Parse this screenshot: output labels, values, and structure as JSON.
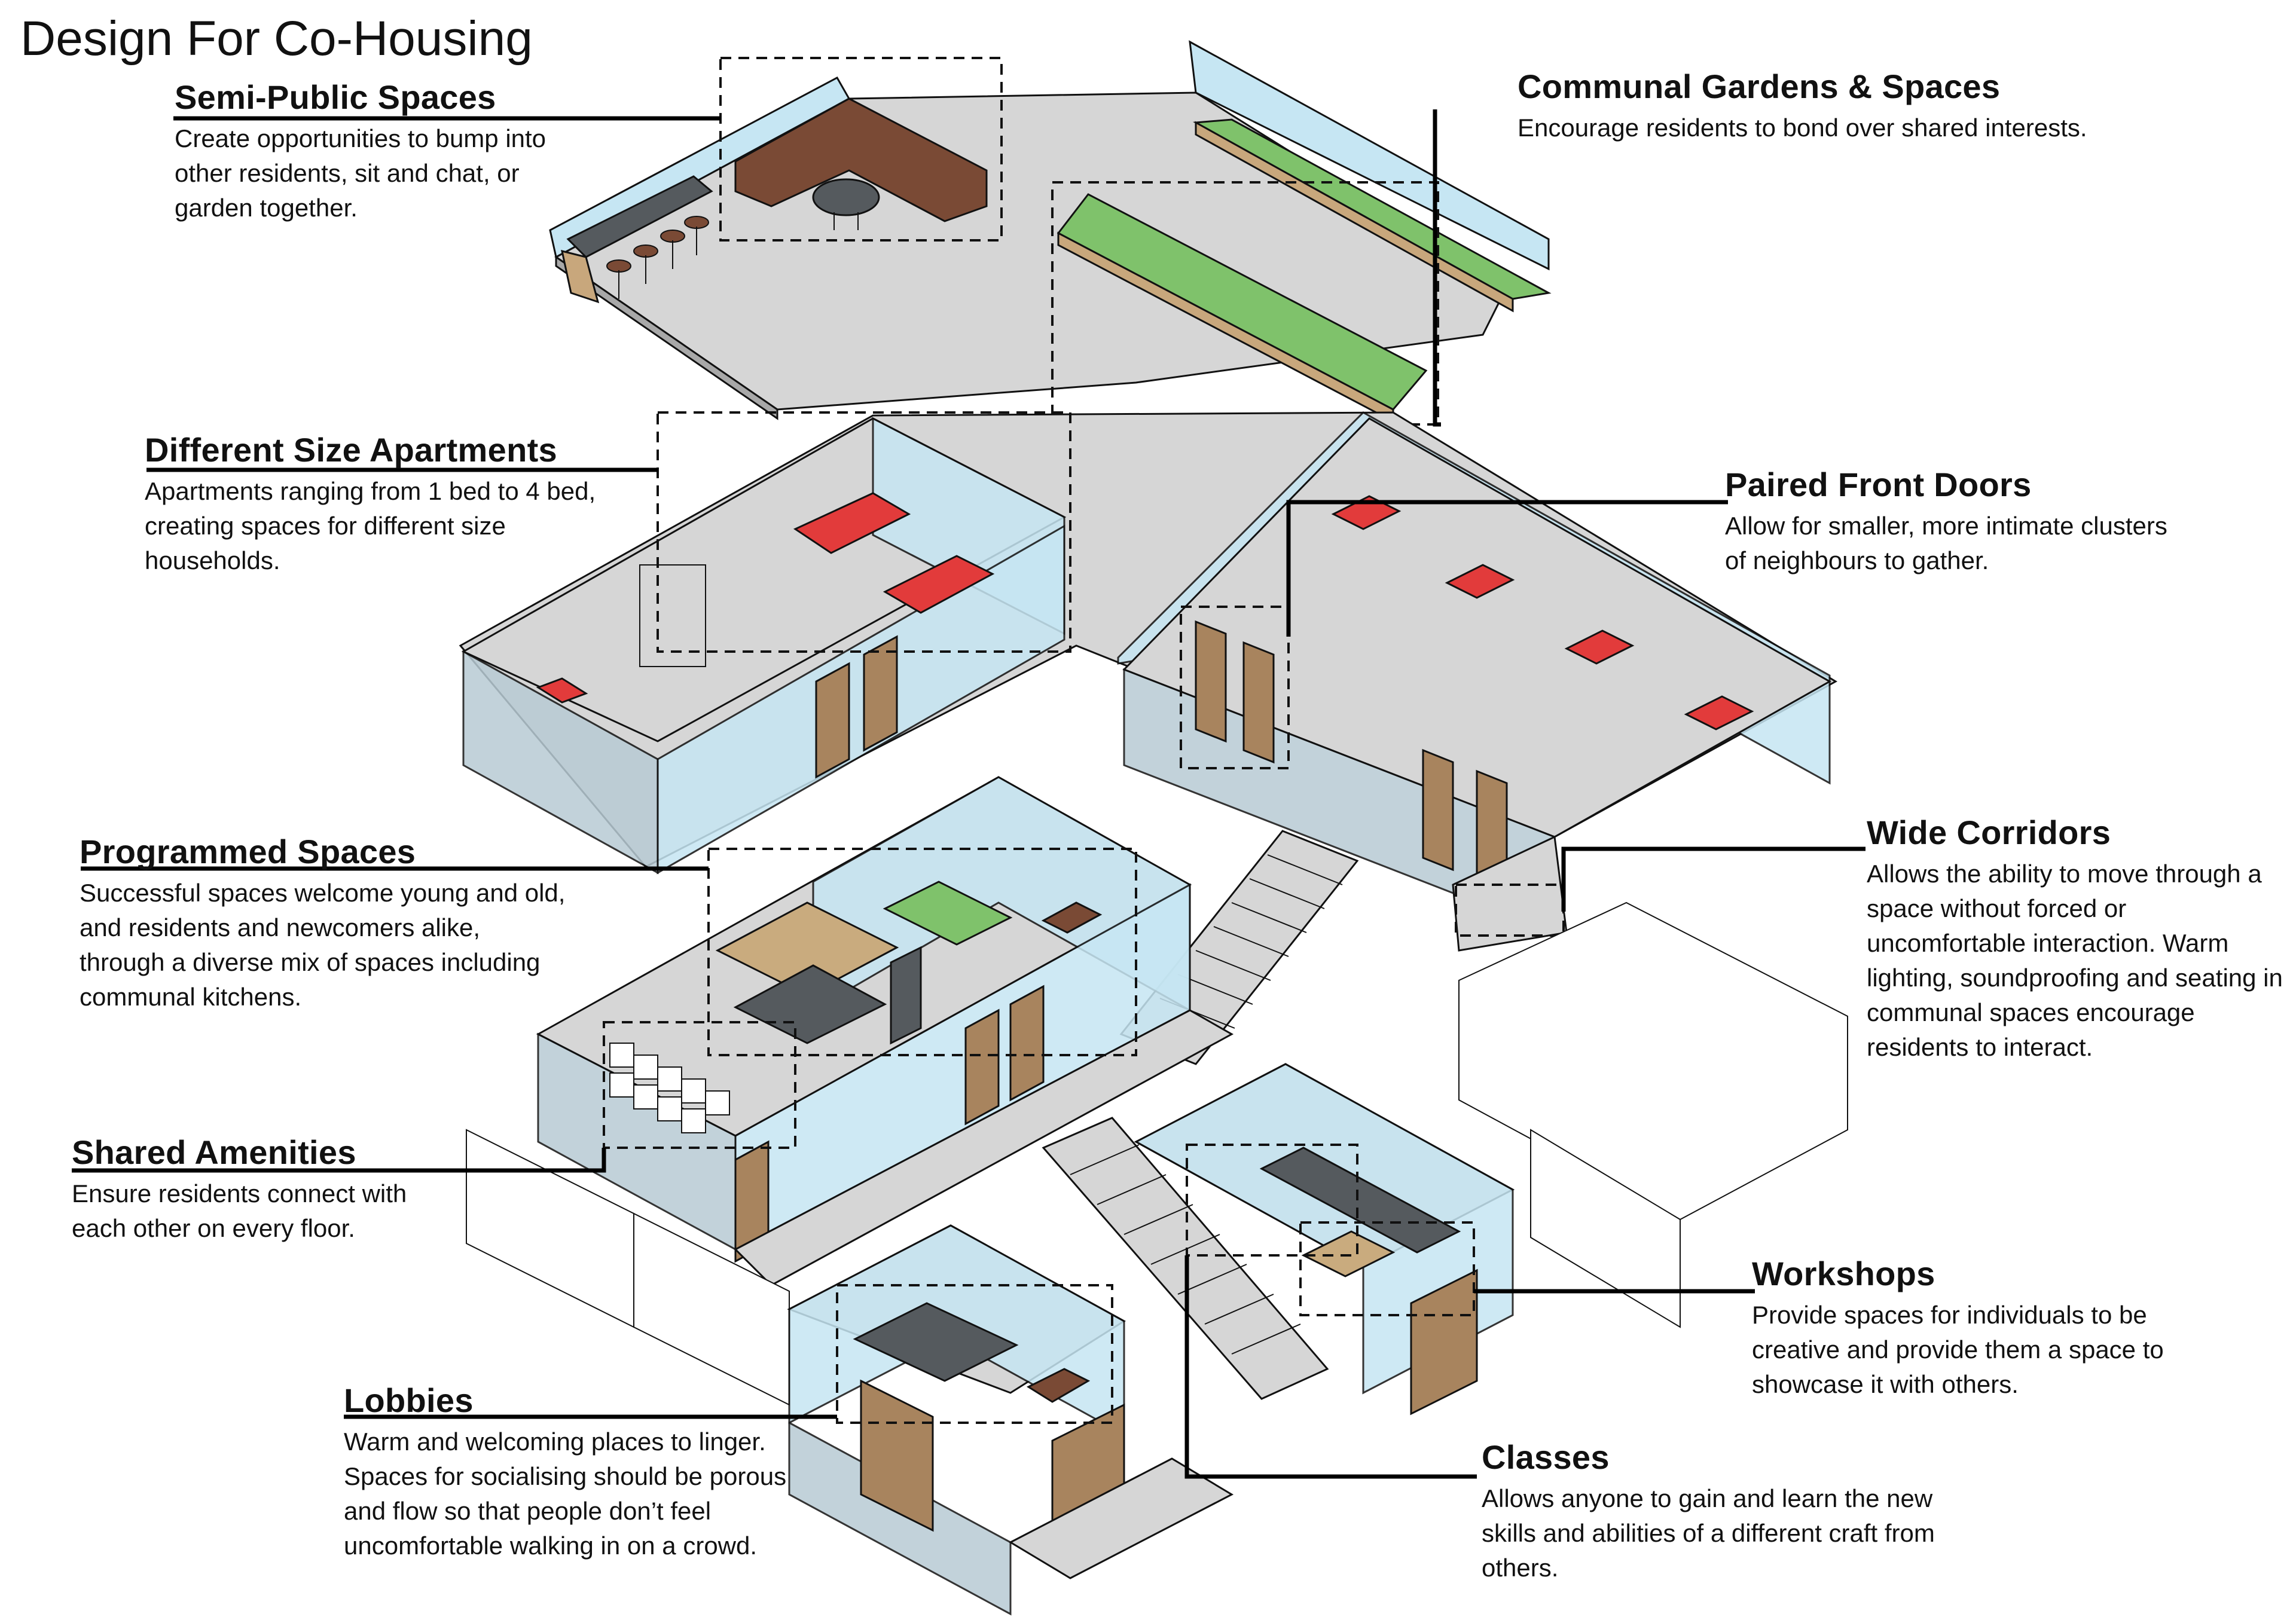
{
  "title": "Design For Co-Housing",
  "colors": {
    "floor": "#d9d9d9",
    "floor_dark": "#a9a9a9",
    "glass": "#c6e6f3",
    "glass_wall": "#b8cbd4",
    "grass": "#7fc26b",
    "planter": "#c8a77c",
    "door": "#a8845e",
    "bed": "#e23b3b",
    "sofa": "#7a4a35",
    "worktop": "#555a5e",
    "cabinet": "#c9ab7e",
    "line": "#111111"
  },
  "captions": {
    "semi_public": {
      "heading": "Semi-Public Spaces",
      "body": "Create opportunities to bump into other residents, sit and chat, or garden together."
    },
    "communal_gardens": {
      "heading": "Communal Gardens & Spaces",
      "body": "Encourage residents to bond over shared interests."
    },
    "apartments": {
      "heading": "Different Size Apartments",
      "body": "Apartments ranging from 1 bed to 4 bed, creating spaces for different size households."
    },
    "paired_doors": {
      "heading": "Paired Front Doors",
      "body": "Allow for smaller, more intimate clusters of neighbours to gather."
    },
    "programmed": {
      "heading": "Programmed Spaces",
      "body": "Successful spaces welcome young and old, and residents and newcomers alike, through a diverse mix of spaces including communal kitchens."
    },
    "wide_corridors": {
      "heading": "Wide Corridors",
      "body": "Allows the ability to move through a space without forced or uncomfortable interaction. Warm lighting, soundproofing and seating in communal spaces encourage residents to interact."
    },
    "shared_amenities": {
      "heading": "Shared Amenities",
      "body": "Ensure residents connect with each other on every floor."
    },
    "workshops": {
      "heading": "Workshops",
      "body": "Provide spaces for individuals to be creative and provide them a space to showcase it with others."
    },
    "lobbies": {
      "heading": "Lobbies",
      "body": "Warm and welcoming places to linger. Spaces for socialising should be porous and flow so that people don’t feel uncomfortable walking in on a crowd."
    },
    "classes": {
      "heading": "Classes",
      "body": "Allows anyone to gain and learn the new skills and abilities of a different craft from others."
    }
  }
}
